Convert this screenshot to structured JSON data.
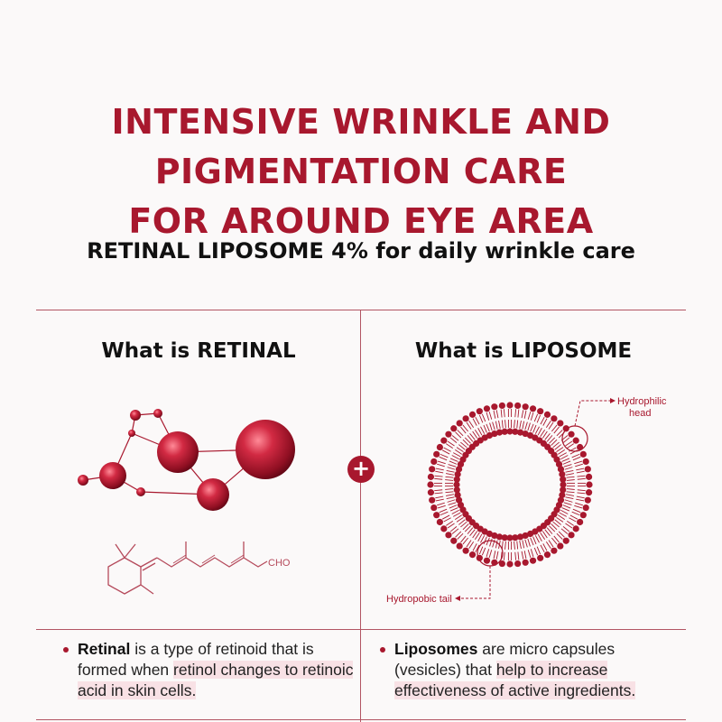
{
  "headline": {
    "line1": "INTENSIVE WRINKLE AND",
    "line2": "PIGMENTATION CARE",
    "line3": "FOR AROUND EYE AREA"
  },
  "subheadline": "RETINAL LIPOSOME 4% for daily wrinkle care",
  "retinal": {
    "title": "What is RETINAL",
    "formula_label": "CHO",
    "desc_term": "Retinal",
    "desc_text1": " is a type of retinoid that is formed when ",
    "desc_highlight": "retinol changes to retinoic acid in skin cells."
  },
  "plus_symbol": "+",
  "liposome": {
    "title": "What is LIPOSOME",
    "label_head_line1": "Hydrophilic",
    "label_head_line2": "head",
    "label_tail": "Hydropobic tail",
    "desc_term": "Liposomes",
    "desc_text1": " are micro capsules (vesicles) that ",
    "desc_highlight": "help to increase effectiveness of active ingredients."
  },
  "colors": {
    "accent": "#a8182e",
    "divider": "#b25563",
    "highlight": "#f8e1e5"
  }
}
